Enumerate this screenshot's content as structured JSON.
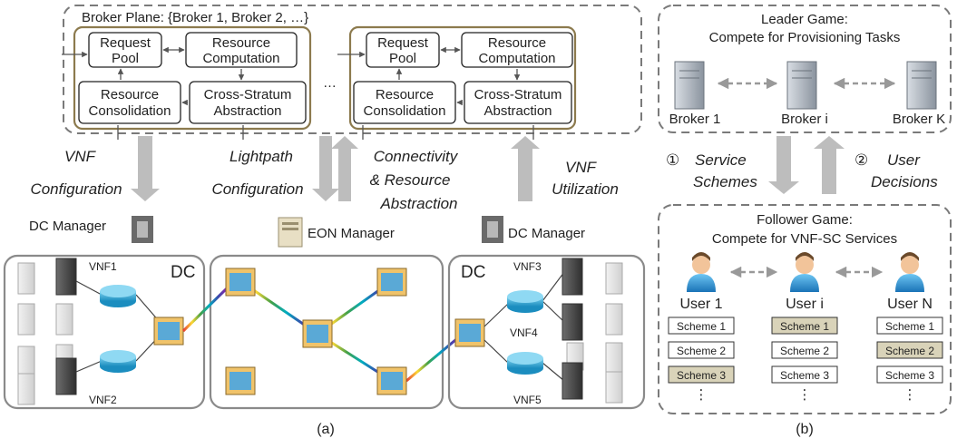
{
  "panel_a": {
    "broker_plane_title": "Broker Plane: {Broker 1, Broker 2, …}",
    "modules": {
      "request_pool": [
        "Request",
        "Pool"
      ],
      "resource_computation": [
        "Resource",
        "Computation"
      ],
      "resource_consolidation": [
        "Resource",
        "Consolidation"
      ],
      "cross_stratum": [
        "Cross-Stratum",
        "Abstraction"
      ]
    },
    "ellipsis": "…",
    "arrows": {
      "vnf_configuration": [
        "VNF",
        "Configuration"
      ],
      "lightpath_configuration": [
        "Lightpath",
        "Configuration"
      ],
      "connectivity_abstraction": [
        "Connectivity",
        "& Resource",
        "Abstraction"
      ],
      "vnf_utilization": [
        "VNF",
        "Utilization"
      ]
    },
    "managers": {
      "dc_left": "DC Manager",
      "eon": "EON Manager",
      "dc_right": "DC Manager"
    },
    "dc_label": "DC",
    "vnfs": [
      "VNF1",
      "VNF2",
      "VNF3",
      "VNF4",
      "VNF5"
    ],
    "caption": "(a)"
  },
  "panel_b": {
    "leader_title": [
      "Leader Game:",
      "Compete for Provisioning Tasks"
    ],
    "brokers": [
      "Broker 1",
      "Broker i",
      "Broker K"
    ],
    "service_schemes": {
      "num": "①",
      "label": [
        "Service",
        "Schemes"
      ]
    },
    "user_decisions": {
      "num": "②",
      "label": [
        "User",
        "Decisions"
      ]
    },
    "follower_title": [
      "Follower Game:",
      "Compete for VNF-SC Services"
    ],
    "users": [
      {
        "name": "User 1",
        "schemes": [
          "Scheme 1",
          "Scheme 2",
          "Scheme 3"
        ],
        "selected": 2
      },
      {
        "name": "User i",
        "schemes": [
          "Scheme 1",
          "Scheme 2",
          "Scheme 3"
        ],
        "selected": 0
      },
      {
        "name": "User N",
        "schemes": [
          "Scheme 1",
          "Scheme 2",
          "Scheme 3"
        ],
        "selected": 1
      }
    ],
    "dots": "⋮",
    "caption": "(b)"
  },
  "colors": {
    "broker_frame": "#8c7a4e",
    "scheme_selected": "#d9d3b9",
    "arrow_gray": "#bdbdbd"
  }
}
